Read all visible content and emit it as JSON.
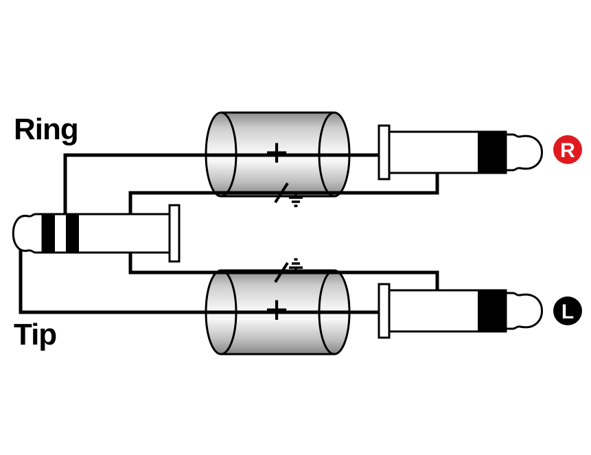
{
  "labels": {
    "ring": "Ring",
    "tip": "Tip"
  },
  "badges": {
    "right": "R",
    "left": "L"
  },
  "symbols": {
    "plus_top": "+",
    "plus_bottom": "+"
  },
  "colors": {
    "background": "#ffffff",
    "wire": "#000000",
    "right_badge": "#e01b20",
    "left_badge": "#000000",
    "badge_text": "#ffffff",
    "cable_shade_dark": "#8c8c8c",
    "cable_shade_light": "#f7f7f7"
  }
}
